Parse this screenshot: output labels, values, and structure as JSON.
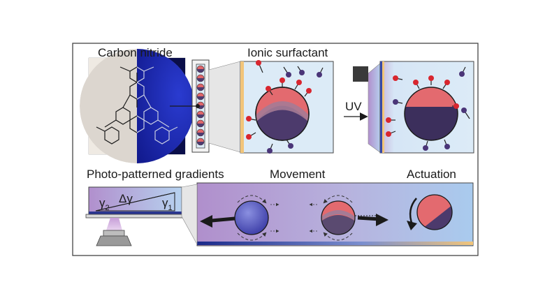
{
  "labels": {
    "carbon_nitride": "Carbon nitride",
    "ionic_surfactant": "Ionic surfactant",
    "uv": "UV",
    "photo_patterned": "Photo-patterned gradients",
    "movement": "Movement",
    "actuation": "Actuation"
  },
  "gradient_symbols": {
    "gamma2": "γ",
    "gamma2_sub": "2",
    "delta_gamma": "Δγ",
    "gamma1": "γ",
    "gamma1_sub": "1"
  },
  "colors": {
    "panel_bg": "#dcebf7",
    "particle_red": "#e0666a",
    "particle_dark": "#4d3a6e",
    "surfactant_red": "#d8262f",
    "surfactant_purple": "#4a3578",
    "gradient_purple": "#a98bc8",
    "gradient_blue": "#a9c8ec",
    "substrate_yellow": "#f2c57a",
    "cn_blue": "#1a2aa8"
  }
}
